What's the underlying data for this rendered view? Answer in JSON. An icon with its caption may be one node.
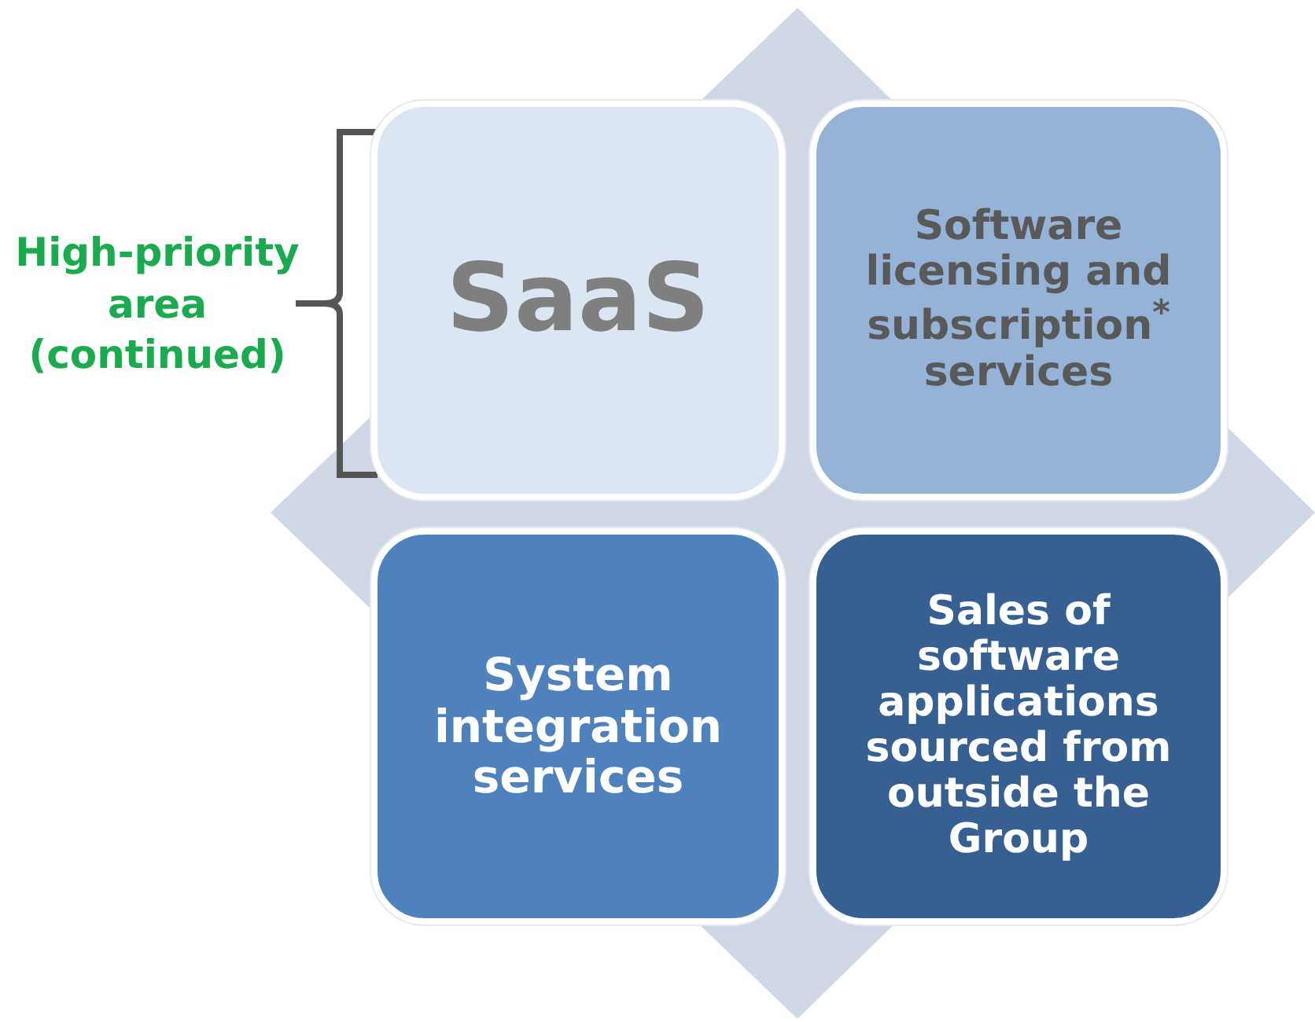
{
  "diagram": {
    "nodes": [
      {
        "text": [
          "SaaS"
        ]
      },
      {
        "text": [
          "Software licensing and subscription$^{*}$ services"
        ]
      },
      {
        "text": [
          "System integration services"
        ]
      },
      {
        "text": [
          "Sales of software applications sourced from outside the Group"
        ]
      }
    ],
    "labels": [
      "High-priority area (continued)"
    ]
  }
}
